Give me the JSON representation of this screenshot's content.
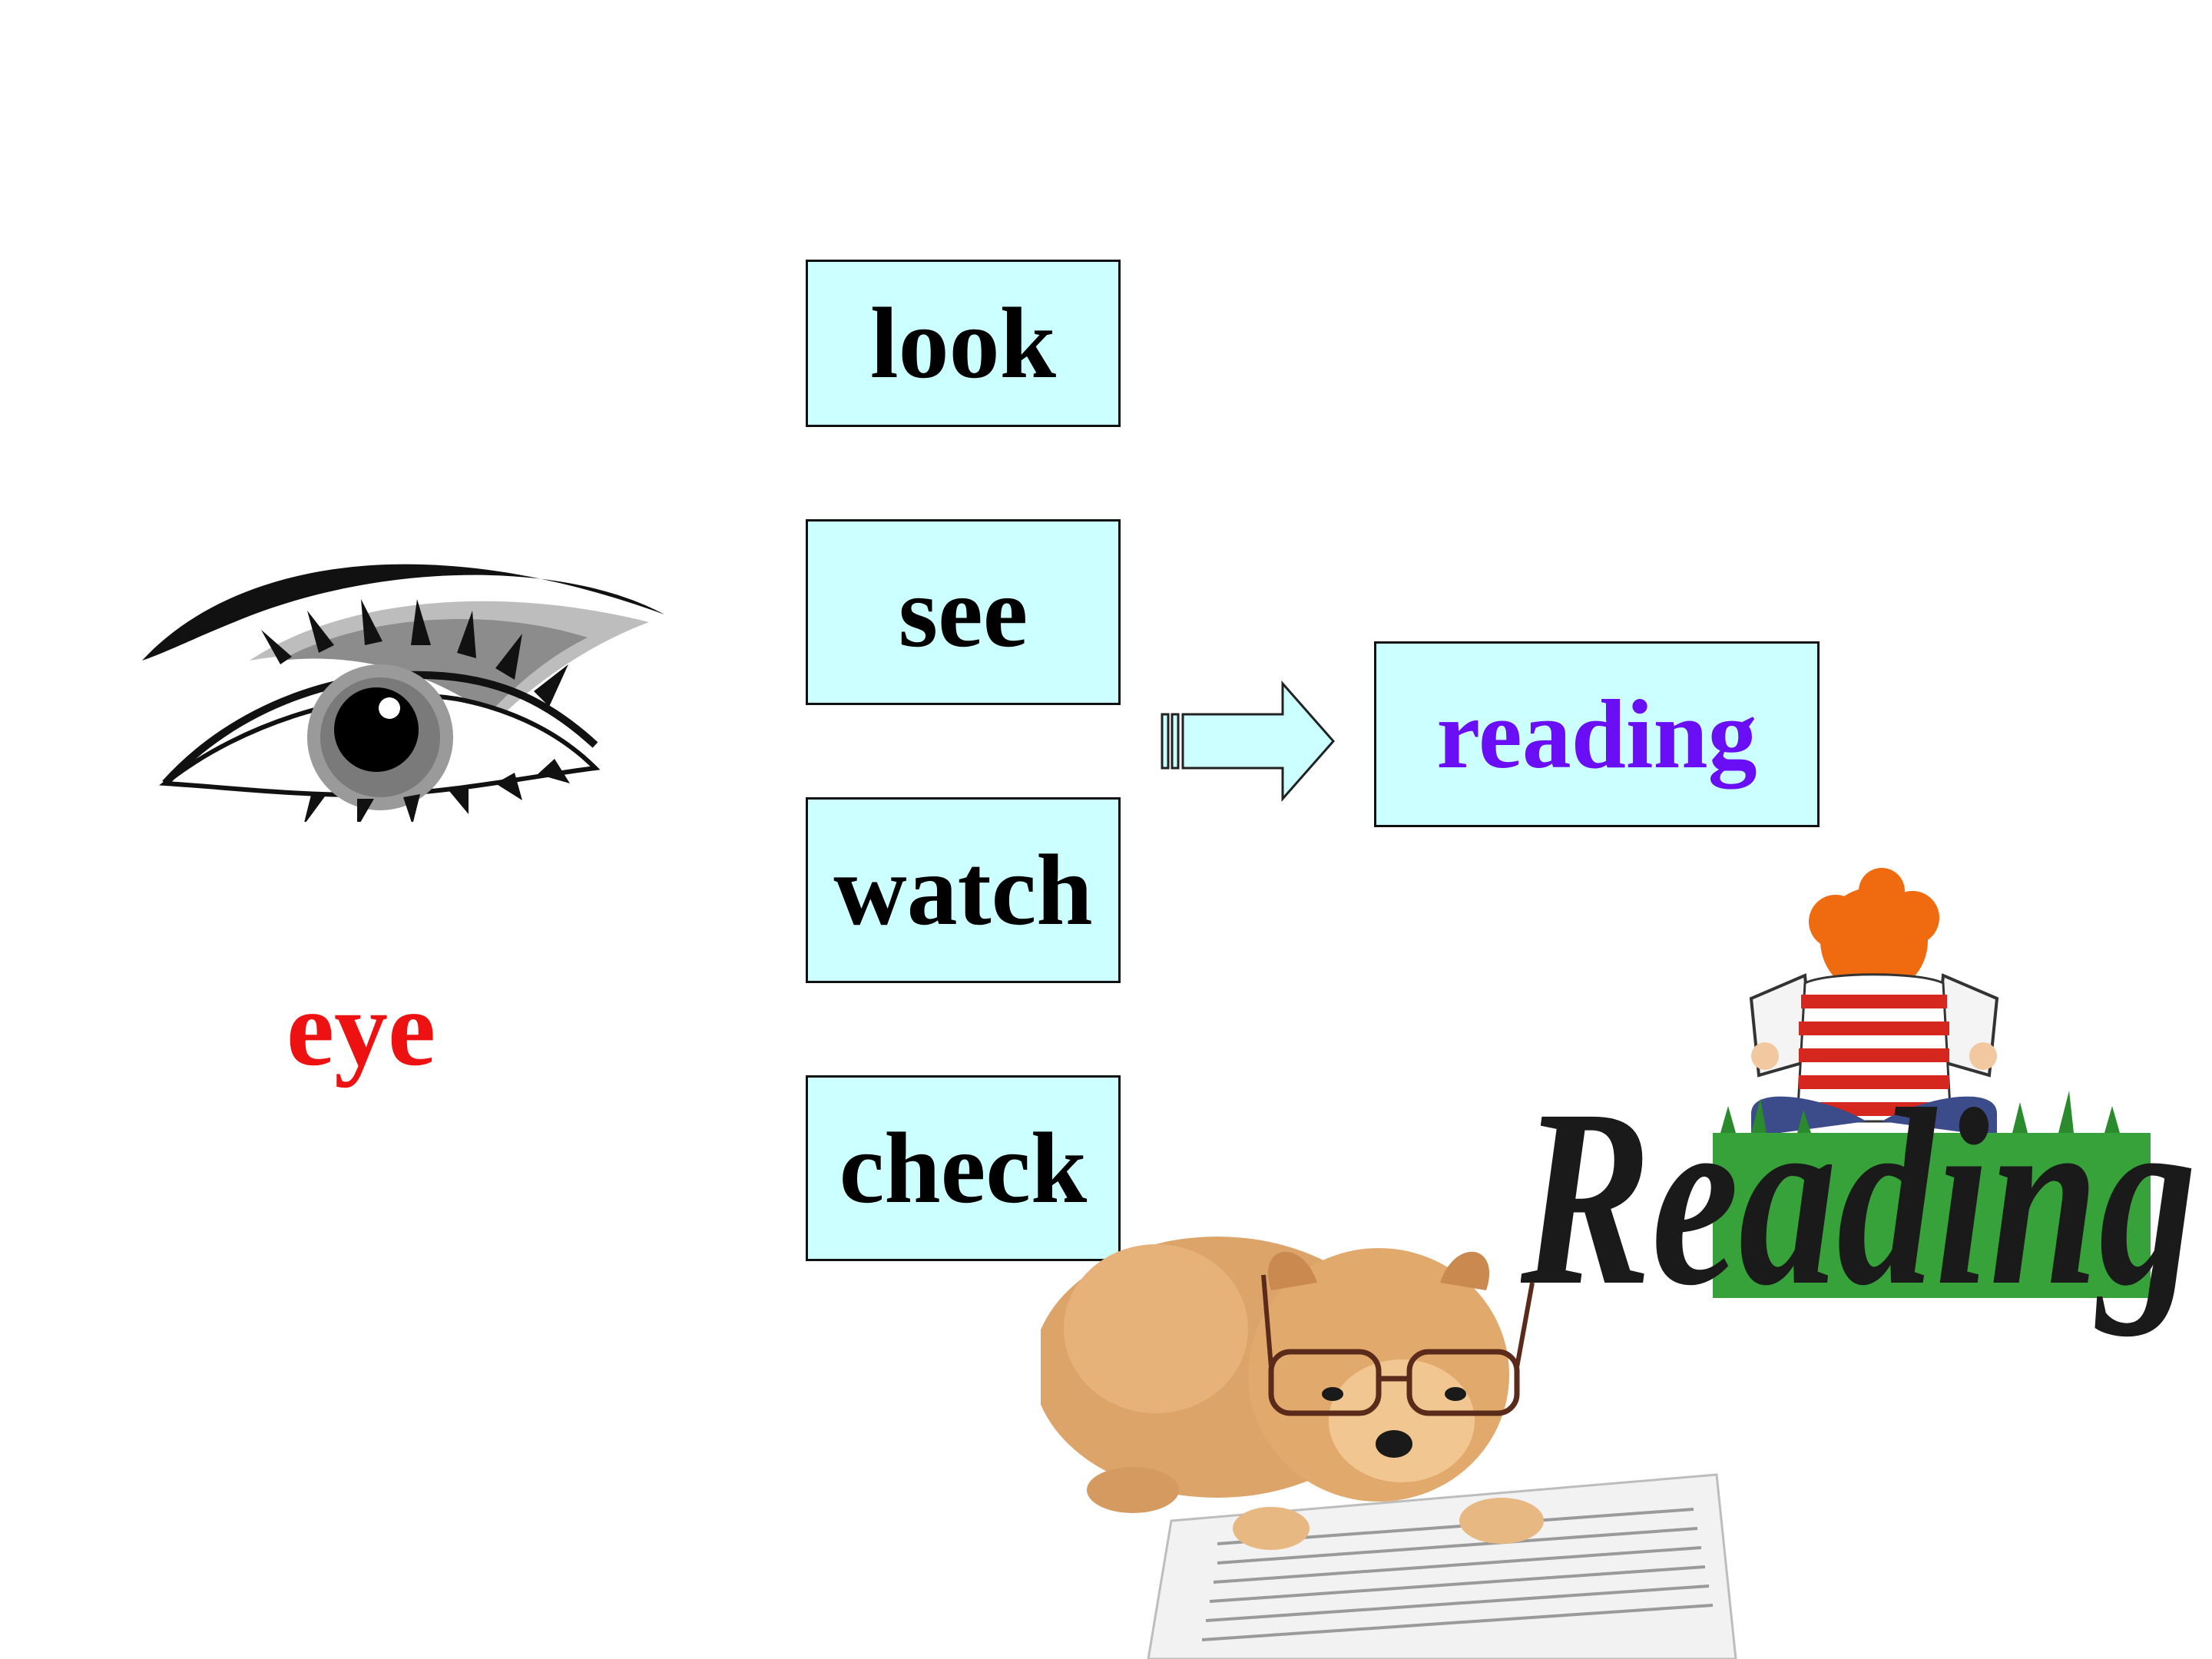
{
  "slide": {
    "words": [
      {
        "label": "look"
      },
      {
        "label": "see"
      },
      {
        "label": "watch"
      },
      {
        "label": "check"
      }
    ],
    "result": {
      "label": "reading",
      "color": "#6a0ff5"
    },
    "eye_label": {
      "text": "eye",
      "color": "#ee1111"
    },
    "box_fill": "#ccffff",
    "icons": [
      "eye-icon",
      "right-arrow-icon",
      "reading-boy-logo",
      "dog-reading-newspaper-image"
    ],
    "logo_text": "Reading"
  }
}
